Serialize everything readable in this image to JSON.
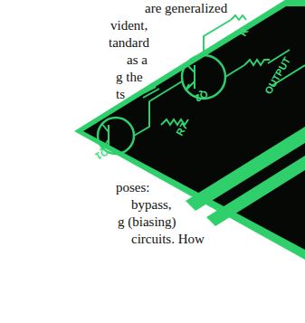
{
  "diagram": {
    "labels": [
      "are generalized",
      "vident,",
      "tandard",
      "as a",
      "g the",
      "ts",
      "poses:",
      "bypass,",
      "g (biasing)",
      "circuits. How",
      "Q1",
      "Q2",
      "R7",
      "OUTPUT",
      "R"
    ]
  }
}
